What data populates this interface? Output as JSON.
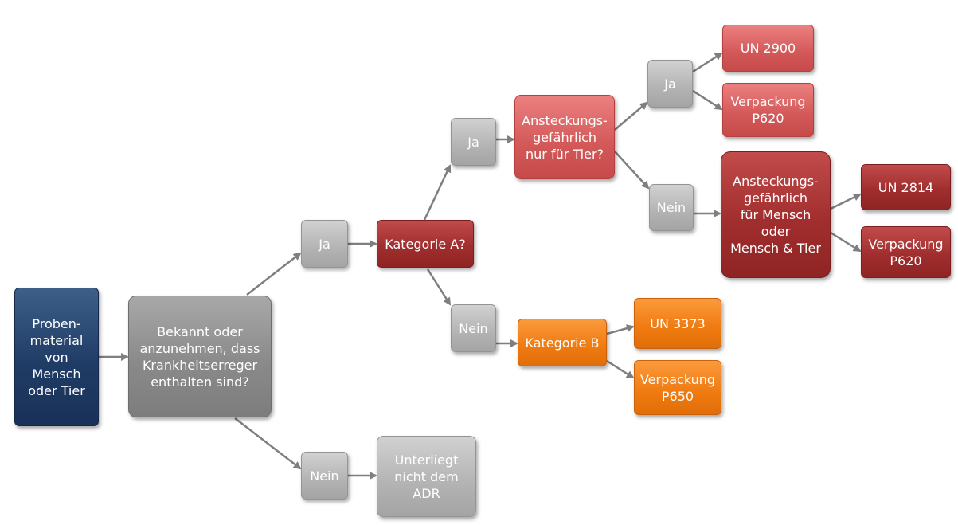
{
  "diagram": {
    "start": "Proben-\nmaterial\nvon\nMensch\noder Tier",
    "question_known": "Bekannt oder\nanzunehmen, dass\nKrankheitserreger\nenthalten sind?",
    "yes_known": "Ja",
    "no_known": "Nein",
    "not_adr": "Unterliegt\nnicht dem\nADR",
    "category_a_question": "Kategorie A?",
    "yes_cat_a": "Ja",
    "no_cat_a": "Nein",
    "category_b": "Kategorie B",
    "un_3373": "UN 3373",
    "packaging_p650": "Verpackung\nP650",
    "animal_only_question": "Ansteckungs-\ngefährlich\nnur für Tier?",
    "yes_animal": "Ja",
    "no_animal": "Nein",
    "un_2900": "UN 2900",
    "packaging_p620_a": "Verpackung\nP620",
    "human_question": "Ansteckungs-\ngefährlich\nfür Mensch\noder\nMensch & Tier",
    "un_2814": "UN 2814",
    "packaging_p620_b": "Verpackung\nP620"
  },
  "colors": {
    "navy": "#1f3c66",
    "gray": "#8a8a8a",
    "light_gray": "#b3b3b3",
    "dark_red": "#a12e2e",
    "light_red": "#d35858",
    "orange": "#ef7a10",
    "arrow": "#7f7f7f"
  }
}
